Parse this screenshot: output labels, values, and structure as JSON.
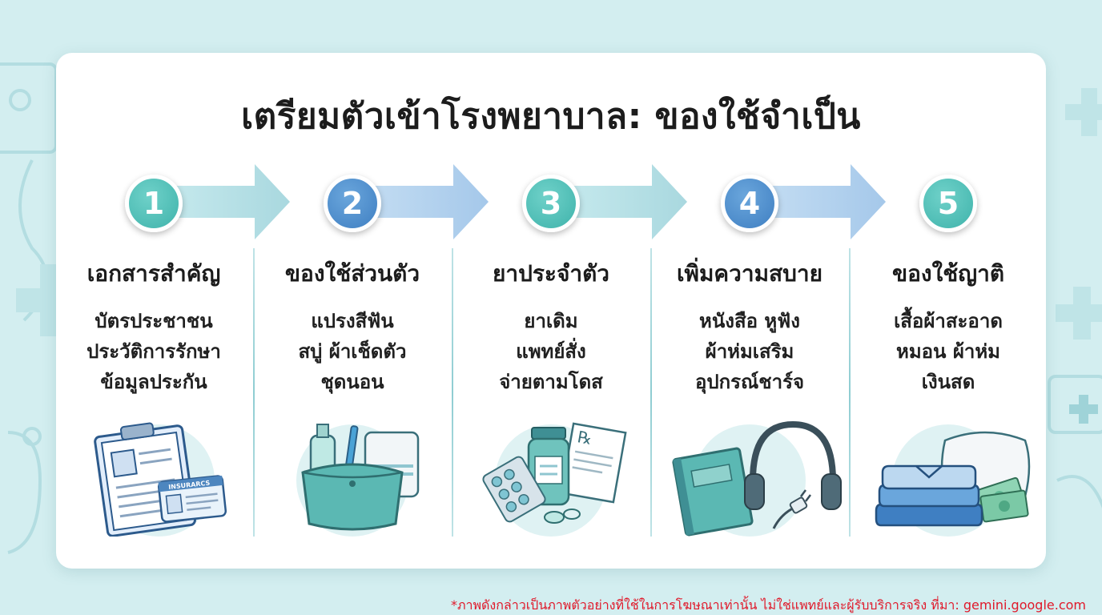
{
  "title": "เตรียมตัวเข้าโรงพยาบาล: ของใช้จำเป็น",
  "steps": [
    {
      "number": "1",
      "heading": "เอกสารสำคัญ",
      "items": [
        "บัตรประชาชน",
        "ประวัติการรักษา",
        "ข้อมูลประกัน"
      ],
      "icon": "clipboard-document-icon",
      "card_text": "INSURARCS"
    },
    {
      "number": "2",
      "heading": "ของใช้ส่วนตัว",
      "items": [
        "แปรงสีฟัน",
        "สบู่ ผ้าเช็ดตัว",
        "ชุดนอน"
      ],
      "icon": "toiletry-bag-icon"
    },
    {
      "number": "3",
      "heading": "ยาประจำตัว",
      "items": [
        "ยาเดิม",
        "แพทย์สั่ง",
        "จ่ายตามโดส"
      ],
      "icon": "medicine-bottle-icon",
      "rx_text": "℞"
    },
    {
      "number": "4",
      "heading": "เพิ่มความสบาย",
      "items": [
        "หนังสือ หูฟัง",
        "ผ้าห่มเสริม",
        "อุปกรณ์ชาร์จ"
      ],
      "icon": "book-headphones-icon"
    },
    {
      "number": "5",
      "heading": "ของใช้ญาติ",
      "items": [
        "เสื้อผ้าสะอาด",
        "หมอน ผ้าห่ม",
        "เงินสด"
      ],
      "icon": "clothes-pillow-cash-icon"
    }
  ],
  "footnote": "*ภาพดังกล่าวเป็นภาพตัวอย่างที่ใช้ในการโฆษณาเท่านั้น ไม่ใช่แพทย์และผู้รับบริการจริง ที่มา: gemini.google.com",
  "colors": {
    "teal": "#3fb3ab",
    "blue": "#3f7fc2",
    "arrow": "#b8e2e6",
    "background": "#d3eef0",
    "footnote": "#e0192a"
  }
}
